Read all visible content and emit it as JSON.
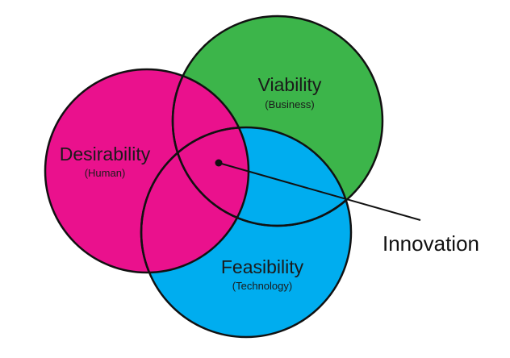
{
  "diagram": {
    "circles": {
      "viability": {
        "label": "Viability",
        "sublabel": "(Business)",
        "color": "#3cb54a"
      },
      "feasibility": {
        "label": "Feasibility",
        "sublabel": "(Technology)",
        "color": "#00adef"
      },
      "desirability": {
        "label": "Desirability",
        "sublabel": "(Human)",
        "color": "#ea118d"
      }
    },
    "outline_color": "#111111",
    "callout": {
      "label": "Innovation"
    }
  }
}
